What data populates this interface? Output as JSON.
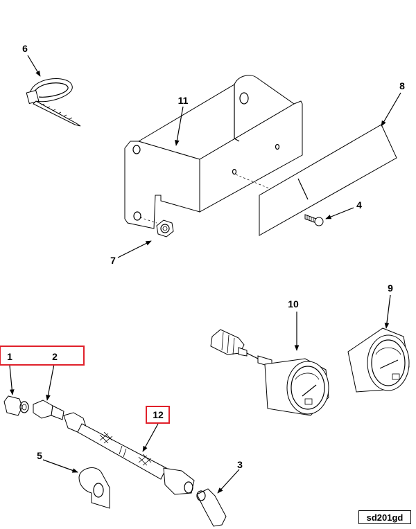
{
  "callouts": {
    "c1": "1",
    "c2": "2",
    "c3": "3",
    "c4": "4",
    "c5": "5",
    "c6": "6",
    "c7": "7",
    "c8": "8",
    "c9": "9",
    "c10": "10",
    "c11": "11",
    "c12": "12"
  },
  "figure_code": "sd201gd",
  "highlight_color": "#e0202a"
}
